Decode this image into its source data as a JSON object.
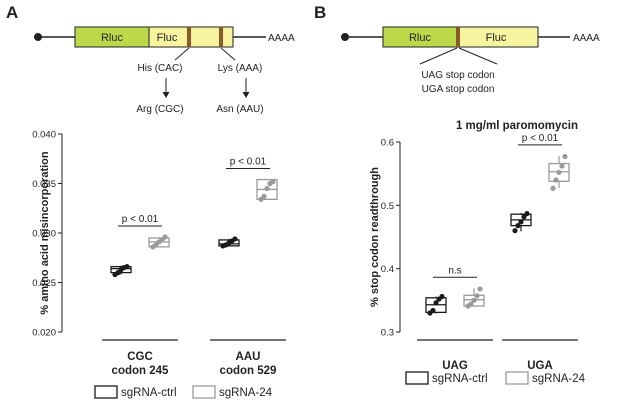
{
  "panels": {
    "a": {
      "letter": "A",
      "construct": {
        "rluc": "Rluc",
        "fluc": "Fluc",
        "polya": "AAAA",
        "mut1_from": "His (CAC)",
        "mut1_to": "Arg (CGC)",
        "mut2_from": "Lys (AAA)",
        "mut2_to": "Asn (AAU)"
      }
    },
    "b": {
      "letter": "B",
      "construct": {
        "rluc": "Rluc",
        "fluc": "Fluc",
        "polya": "AAAA",
        "stop1": "UAG stop codon",
        "stop2": "UGA stop codon"
      }
    }
  },
  "legend": {
    "ctrl": "sgRNA-ctrl",
    "treat": "sgRNA-24"
  },
  "colors": {
    "rluc": "#bcd94a",
    "fluc": "#f7f4a0",
    "marker": "#8b5a2b",
    "ctrl": "#1a1a1a",
    "treat": "#9a9a9a"
  },
  "chart_data": [
    {
      "type": "box",
      "title": "",
      "ylabel": "% amino acid misincorporation",
      "ylim": [
        0.02,
        0.04
      ],
      "yticks": [
        "0.020",
        "0.025",
        "0.030",
        "0.035",
        "0.040"
      ],
      "categories": [
        {
          "line1": "CGC",
          "line2": "codon 245"
        },
        {
          "line1": "AAU",
          "line2": "codon 529"
        }
      ],
      "series": [
        {
          "name": "sgRNA-ctrl",
          "boxes": [
            {
              "min": 0.0258,
              "q1": 0.026,
              "median": 0.0264,
              "q3": 0.0266,
              "max": 0.0267,
              "points": [
                0.0258,
                0.026,
                0.0263,
                0.0265,
                0.0266
              ]
            },
            {
              "min": 0.0287,
              "q1": 0.0287,
              "median": 0.0289,
              "q3": 0.0293,
              "max": 0.0294,
              "points": [
                0.0287,
                0.0288,
                0.029,
                0.0292,
                0.0294
              ]
            }
          ]
        },
        {
          "name": "sgRNA-24",
          "boxes": [
            {
              "min": 0.0286,
              "q1": 0.0286,
              "median": 0.0291,
              "q3": 0.0295,
              "max": 0.0296,
              "points": [
                0.0286,
                0.0288,
                0.0291,
                0.0293,
                0.0296
              ]
            },
            {
              "min": 0.0334,
              "q1": 0.0334,
              "median": 0.0344,
              "q3": 0.0354,
              "max": 0.0354,
              "points": [
                0.0334,
                0.0337,
                0.0345,
                0.035,
                0.0352
              ]
            }
          ]
        }
      ],
      "annotations": [
        {
          "text": "p < 0.01",
          "category": 0
        },
        {
          "text": "p < 0.01",
          "category": 1
        }
      ]
    },
    {
      "type": "box",
      "title": "1 mg/ml paromomycin",
      "ylabel": "% stop codon readthrough",
      "ylim": [
        0.3,
        0.6
      ],
      "yticks": [
        "0.3",
        "0.4",
        "0.5",
        "0.6"
      ],
      "categories": [
        {
          "line1": "UAG",
          "line2": ""
        },
        {
          "line1": "UGA",
          "line2": ""
        }
      ],
      "series": [
        {
          "name": "sgRNA-ctrl",
          "boxes": [
            {
              "min": 0.329,
              "q1": 0.331,
              "median": 0.343,
              "q3": 0.354,
              "max": 0.356,
              "points": [
                0.33,
                0.334,
                0.346,
                0.352,
                0.356
              ]
            },
            {
              "min": 0.459,
              "q1": 0.468,
              "median": 0.477,
              "q3": 0.486,
              "max": 0.488,
              "points": [
                0.46,
                0.468,
                0.474,
                0.482,
                0.487
              ]
            }
          ]
        },
        {
          "name": "sgRNA-24",
          "boxes": [
            {
              "min": 0.341,
              "q1": 0.341,
              "median": 0.351,
              "q3": 0.358,
              "max": 0.369,
              "points": [
                0.341,
                0.344,
                0.35,
                0.357,
                0.368
              ]
            },
            {
              "min": 0.527,
              "q1": 0.538,
              "median": 0.553,
              "q3": 0.566,
              "max": 0.578,
              "points": [
                0.527,
                0.54,
                0.552,
                0.562,
                0.577
              ]
            }
          ]
        }
      ],
      "annotations": [
        {
          "text": "n.s",
          "category": 0
        },
        {
          "text": "p < 0.01",
          "category": 1
        }
      ]
    }
  ]
}
